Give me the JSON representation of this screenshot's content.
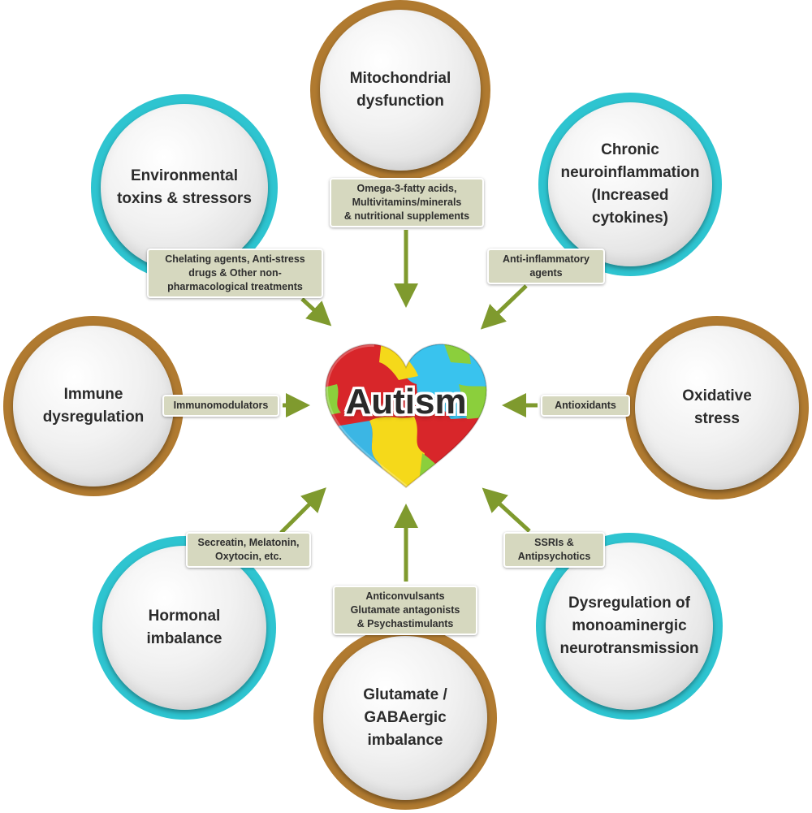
{
  "center": {
    "title": "Autism"
  },
  "nodes": {
    "mitochondrial": {
      "label": "Mitochondrial\ndysfunction",
      "ring": "#b07a30"
    },
    "environmental": {
      "label": "Environmental\ntoxins & stressors",
      "ring": "#2ec4d0"
    },
    "neuroinflammation": {
      "label": "Chronic\nneuroinflammation\n(Increased\ncytokines)",
      "ring": "#2ec4d0"
    },
    "immune": {
      "label": "Immune\ndysregulation",
      "ring": "#b07a30"
    },
    "oxidative": {
      "label": "Oxidative\nstress",
      "ring": "#b07a30"
    },
    "hormonal": {
      "label": "Hormonal\nimbalance",
      "ring": "#2ec4d0"
    },
    "monoaminergic": {
      "label": "Dysregulation of\nmonoaminergic\nneurotransmission",
      "ring": "#2ec4d0"
    },
    "glutamate": {
      "label": "Glutamate /\nGABAergic\nimbalance",
      "ring": "#b07a30"
    }
  },
  "treatments": {
    "mitochondrial": "Omega-3-fatty acids,\nMultivitamins/minerals\n& nutritional supplements",
    "environmental": "Chelating agents, Anti-stress\ndrugs & Other non-\npharmacological treatments",
    "neuroinflammation": "Anti-inflammatory\nagents",
    "immune": "Immunomodulators",
    "oxidative": "Antioxidants",
    "hormonal": "Secreatin, Melatonin,\nOxytocin, etc.",
    "monoaminergic": "SSRIs &\nAntipsychotics",
    "glutamate": "Anticonvulsants\nGlutamate antagonists\n& Psychastimulants"
  },
  "colors": {
    "arrow": "#7f9a2e",
    "box": "#d6d8bf"
  }
}
